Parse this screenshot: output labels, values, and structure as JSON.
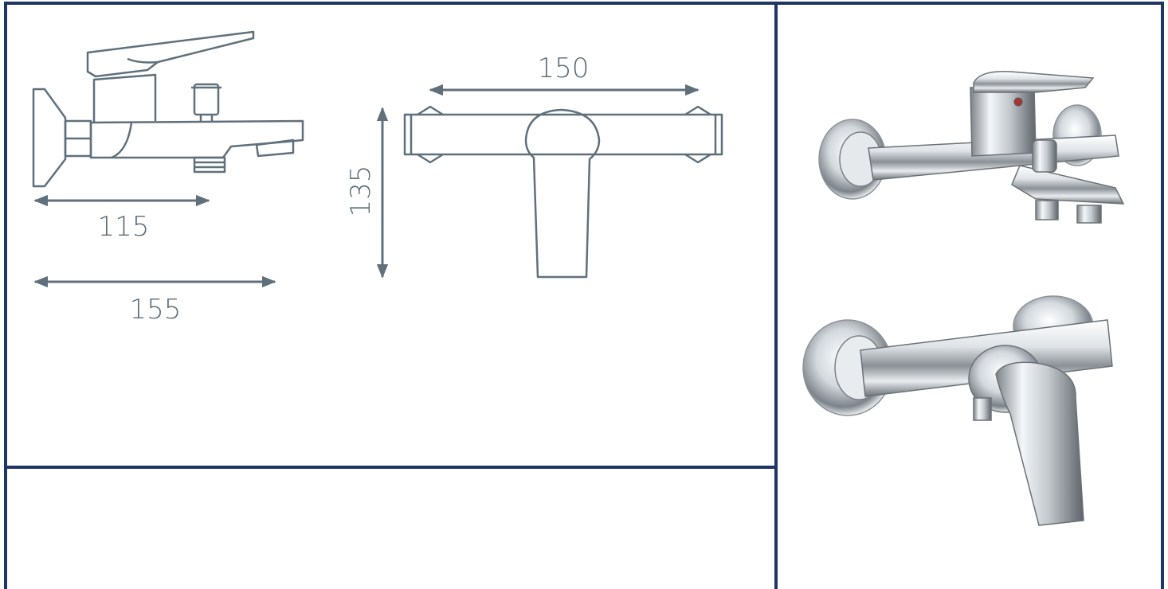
{
  "colors": {
    "border": "#1f3563",
    "line_art": "#5f707c",
    "chrome_light": "#f1f3f5",
    "chrome_mid": "#b8bec4",
    "chrome_dark": "#4a4f55"
  },
  "dimensions": {
    "bath_mixer_projection": "115",
    "bath_mixer_total_length": "155",
    "shower_mixer_width": "150",
    "shower_mixer_height": "135"
  },
  "icons": {
    "bath_mixer_drawing": "bath-mixer-side-view",
    "shower_mixer_drawing": "shower-mixer-front-view",
    "bath_mixer_photo": "chrome-bath-mixer",
    "shower_mixer_photo": "chrome-shower-mixer"
  }
}
